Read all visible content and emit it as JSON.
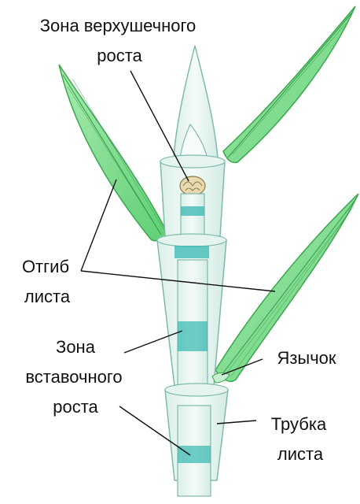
{
  "labels": {
    "apical_zone": {
      "line1": "Зона верхушечного",
      "line2": "роста"
    },
    "leaf_bend": {
      "line1": "Отгиб",
      "line2": "листа"
    },
    "intercalary_zone": {
      "line1": "Зона",
      "line2": "вставочного",
      "line3": "роста"
    },
    "ligule": "Язычок",
    "leaf_tube": {
      "line1": "Трубка",
      "line2": "листа"
    }
  },
  "colors": {
    "leaf_fill": "#7ed98a",
    "leaf_stroke": "#3aa64e",
    "leaf_vein": "#2f9a45",
    "stem_fill": "#eaf6f2",
    "stem_stroke": "#7fb9ad",
    "growth_band": "#35b8b0",
    "bud": "#e9d9b0",
    "line": "#111111"
  }
}
